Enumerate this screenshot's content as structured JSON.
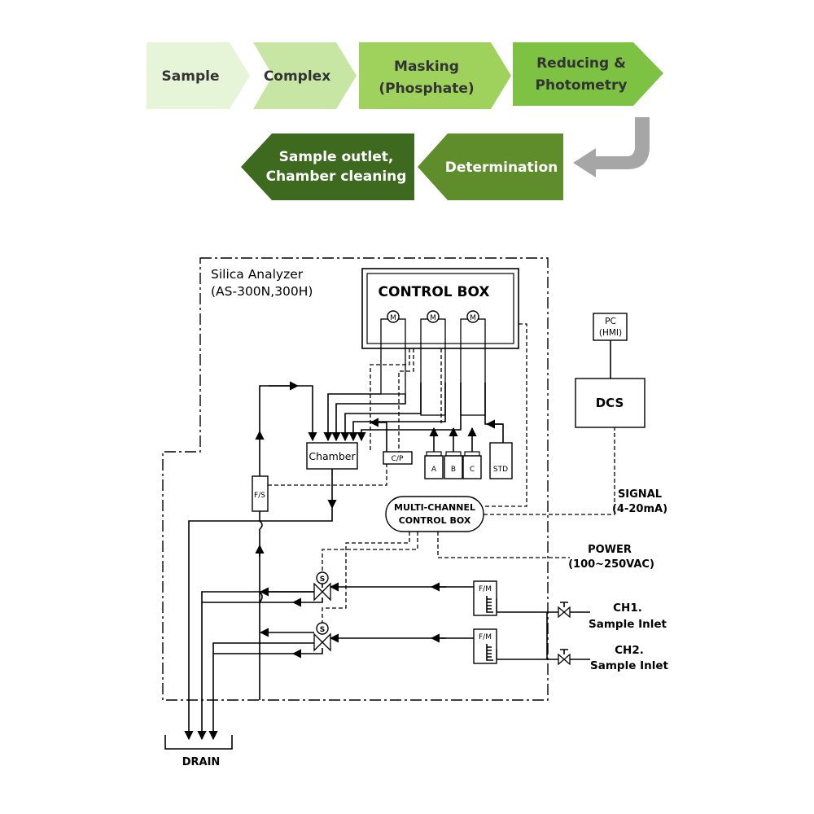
{
  "process_flow": {
    "steps": [
      {
        "line1": "Sample",
        "line2": ""
      },
      {
        "line1": "Complex",
        "line2": ""
      },
      {
        "line1": "Masking",
        "line2": "(Phosphate)"
      },
      {
        "line1": "Reducing &",
        "line2": "Photometry"
      },
      {
        "line1": "Determination",
        "line2": ""
      },
      {
        "line1": "Sample outlet,",
        "line2": "Chamber cleaning"
      }
    ],
    "colors": {
      "step1": "#e6f4d8",
      "step2": "#c7e6a4",
      "step3": "#9ed25c",
      "step4": "#7dc242",
      "step5": "#5f8d2c",
      "step6": "#3d6a1f",
      "return_arrow": "#a6a6a6"
    }
  },
  "schematic": {
    "analyzer_title": "Silica Analyzer",
    "analyzer_model": "(AS-300N,300H)",
    "control_box": "CONTROL BOX",
    "motor": "M",
    "chamber": "Chamber",
    "cp": "C/P",
    "reagent_a": "A",
    "reagent_b": "B",
    "reagent_c": "C",
    "std": "STD",
    "fs": "F/S",
    "multi_channel_line1": "MULTI-CHANNEL",
    "multi_channel_line2": "CONTROL  BOX",
    "solenoid": "S",
    "fm": "F/M",
    "pc_line1": "PC",
    "pc_line2": "(HMI)",
    "dcs": "DCS",
    "signal_line1": "SIGNAL",
    "signal_line2": "(4-20mA)",
    "power_line1": "POWER",
    "power_line2": "(100~250VAC)",
    "ch1_line1": "CH1.",
    "ch1_line2": "Sample Inlet",
    "ch2_line1": "CH2.",
    "ch2_line2": "Sample Inlet",
    "drain": "DRAIN"
  }
}
